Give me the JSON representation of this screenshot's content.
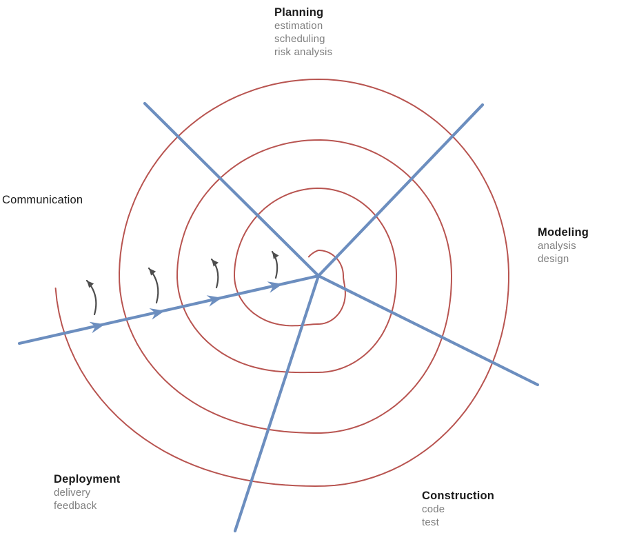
{
  "diagram": {
    "type": "spiral-model",
    "phases": [
      {
        "name": "Planning",
        "items": [
          "estimation",
          "scheduling",
          "risk analysis"
        ]
      },
      {
        "name": "Modeling",
        "items": [
          "analysis",
          "design"
        ]
      },
      {
        "name": "Construction",
        "items": [
          "code",
          "test"
        ]
      },
      {
        "name": "Deployment",
        "items": [
          "delivery",
          "feedback"
        ]
      },
      {
        "name": "Communication",
        "items": []
      }
    ],
    "colors": {
      "spiral": "#b85450",
      "axis": "#6c8ebf",
      "progress_arrow": "#4d4d4d",
      "heading_text": "#1a1a1a",
      "sub_text": "#7f7f7f",
      "background": "#ffffff"
    }
  }
}
